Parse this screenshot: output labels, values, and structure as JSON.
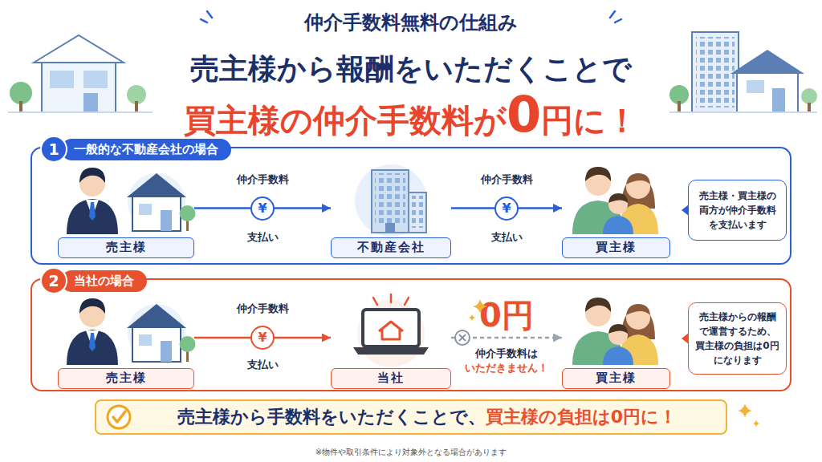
{
  "diagram": {
    "title": "仲介手数料無料の仕組み",
    "caption": "※物件や取引条件により対象外となる場合があります",
    "nodes": [
      {
        "text": [
          "1",
          "一般的な不動産会社の場合"
        ]
      },
      {
        "text": [
          "売主様"
        ],
        "in": 0
      },
      {
        "text": [
          "不動産会社"
        ],
        "in": 0
      },
      {
        "text": [
          "買主様"
        ],
        "in": 0
      },
      {
        "text": [
          "売主様・買主様の両方が仲介手数料を支払います"
        ],
        "in": 0
      },
      {
        "text": [
          "2",
          "当社の場合"
        ]
      },
      {
        "text": [
          "売主様"
        ],
        "in": 5
      },
      {
        "text": [
          "当社"
        ],
        "in": 5
      },
      {
        "text": [
          "買主様"
        ],
        "in": 5
      },
      {
        "text": [
          "売主様からの報酬で運営するため、買主様の負担は0円になります"
        ],
        "in": 5
      },
      {
        "text": [
          "売主様から手数料をいただくことで、",
          "買主様の負担は0円に！"
        ]
      }
    ],
    "edges": [
      {
        "from": 1,
        "to": 2,
        "label": "仲介手数料",
        "arrow": "to"
      },
      {
        "from": 2,
        "to": 3,
        "label": "仲介手数料",
        "arrow": "to"
      },
      {
        "from": 6,
        "to": 7,
        "label": "仲介手数料",
        "arrow": "to"
      },
      {
        "from": 7,
        "to": 8,
        "label": "0円",
        "arrow": "to"
      }
    ],
    "labels": [
      "売主様から報酬をいただくことで",
      "買主様の仲介手数料が",
      "0",
      "円",
      "に！",
      "支払い",
      "¥",
      "支払い",
      "¥",
      "支払い",
      "¥",
      "仲介手数料は",
      "いただきません！"
    ]
  }
}
